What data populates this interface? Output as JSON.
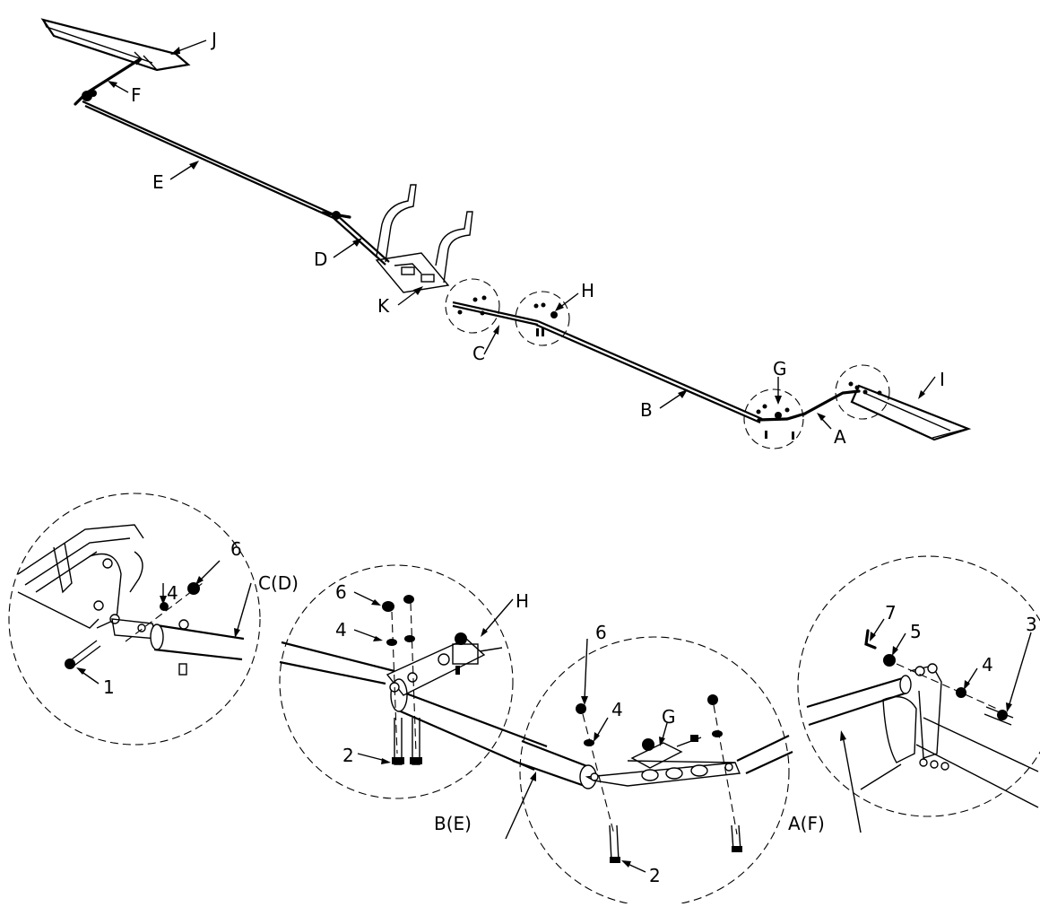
{
  "labels": {
    "J": "J",
    "F": "F",
    "E": "E",
    "D": "D",
    "K": "K",
    "C": "C",
    "H": "H",
    "B": "B",
    "G": "G",
    "I": "I",
    "A": "A"
  },
  "callouts": {
    "n1": "1",
    "n2a": "2",
    "n2b": "2",
    "n3": "3",
    "n4a": "4",
    "n4b": "4",
    "n4c": "4",
    "n4d": "4",
    "n5": "5",
    "n6a": "6",
    "n6b": "6",
    "n6c": "6",
    "n7": "7",
    "CD": "C(D)",
    "H2": "H",
    "G2": "G",
    "BE": "B(E)",
    "AF": "A(F)"
  }
}
